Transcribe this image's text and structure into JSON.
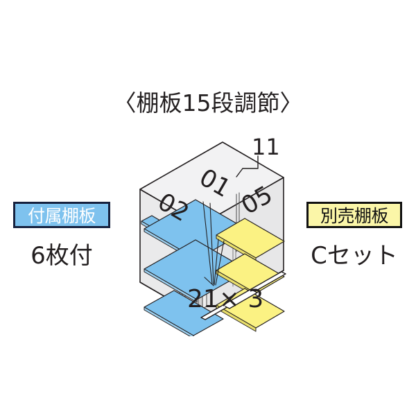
{
  "page": {
    "background_color": "#ffffff",
    "title": "〈棚板15段調節〉"
  },
  "left_panel": {
    "badge_label": "付属棚板",
    "badge_bg": "#7ec2ee",
    "badge_border": "#16213e",
    "badge_text_color": "#ffffff",
    "caption": "6枚付"
  },
  "right_panel": {
    "badge_label": "別売棚板",
    "badge_bg": "#fbf6a8",
    "badge_border": "#111111",
    "badge_text_color": "#111111",
    "caption": "Cセット"
  },
  "diagram": {
    "name": "isometric-shed-shelf-diagram",
    "outline_color": "#231f20",
    "wall_fill": "#e9e9ea",
    "floor_fill": "#e4e4e5",
    "included_shelf_color": "#7ec2ee",
    "optional_shelf_color": "#fbf283",
    "labels": {
      "left_bay": "02",
      "center_bay": "01",
      "right_bay": "05",
      "top_callout": "11",
      "bottom_callout": "21× 3"
    },
    "shelves": {
      "included_count": 6,
      "optional_count": 3,
      "rows": 3
    }
  }
}
